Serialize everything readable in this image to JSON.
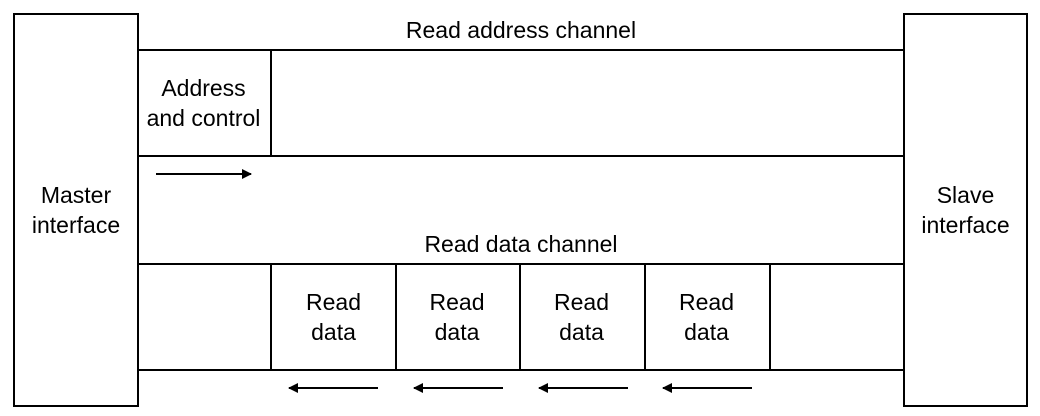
{
  "master_interface": {
    "line1": "Master",
    "line2": "interface"
  },
  "slave_interface": {
    "line1": "Slave",
    "line2": "interface"
  },
  "read_address_channel": {
    "title": "Read address channel",
    "cell": {
      "line1": "Address",
      "line2": "and control"
    }
  },
  "read_data_channel": {
    "title": "Read data channel",
    "cells": [
      {
        "line1": "Read",
        "line2": "data"
      },
      {
        "line1": "Read",
        "line2": "data"
      },
      {
        "line1": "Read",
        "line2": "data"
      },
      {
        "line1": "Read",
        "line2": "data"
      }
    ]
  }
}
